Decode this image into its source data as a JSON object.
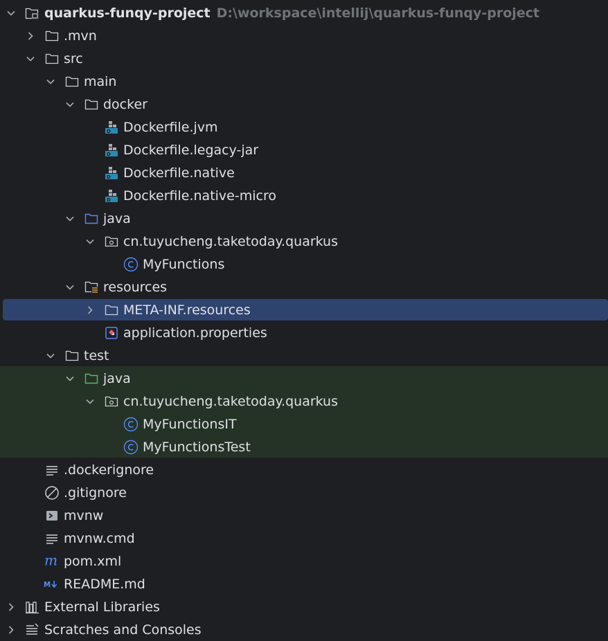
{
  "project": {
    "name": "quarkus-funqy-project",
    "path": "D:\\workspace\\intellij\\quarkus-funqy-project"
  },
  "tree": {
    "mvn": ".mvn",
    "src": "src",
    "main": "main",
    "docker": "docker",
    "dockerfile_jvm": "Dockerfile.jvm",
    "dockerfile_legacy": "Dockerfile.legacy-jar",
    "dockerfile_native": "Dockerfile.native",
    "dockerfile_native_micro": "Dockerfile.native-micro",
    "java_main": "java",
    "package_main": "cn.tuyucheng.taketoday.quarkus",
    "myfunctions": "MyFunctions",
    "resources": "resources",
    "meta_inf": "META-INF.resources",
    "app_props": "application.properties",
    "test": "test",
    "java_test": "java",
    "package_test": "cn.tuyucheng.taketoday.quarkus",
    "myfunctions_it": "MyFunctionsIT",
    "myfunctions_test": "MyFunctionsTest",
    "dockerignore": ".dockerignore",
    "gitignore": ".gitignore",
    "mvnw": "mvnw",
    "mvnw_cmd": "mvnw.cmd",
    "pom": "pom.xml",
    "readme": "README.md",
    "external_libraries": "External Libraries",
    "scratches": "Scratches and Consoles"
  },
  "icons": {
    "folder": "folder-icon",
    "module": "module-folder-icon",
    "source_root": "source-root-icon",
    "test_root": "test-source-root-icon",
    "resources_root": "resources-root-icon",
    "package": "package-icon",
    "class": "class-icon",
    "docker": "docker-file-icon",
    "properties": "properties-file-icon",
    "text": "text-file-icon",
    "ignore": "ignore-file-icon",
    "script": "shell-script-icon",
    "maven": "maven-icon",
    "markdown": "markdown-icon",
    "library": "library-icon",
    "scratches": "scratches-icon"
  },
  "colors": {
    "background": "#1e1f22",
    "selection": "#2e436e",
    "test_band": "#253226",
    "text": "#dfe1e5",
    "muted": "#6f737a",
    "source_blue": "#548af7",
    "test_green": "#5fb865",
    "class_blue": "#548af7",
    "docker_teal": "#2c8ab0"
  }
}
